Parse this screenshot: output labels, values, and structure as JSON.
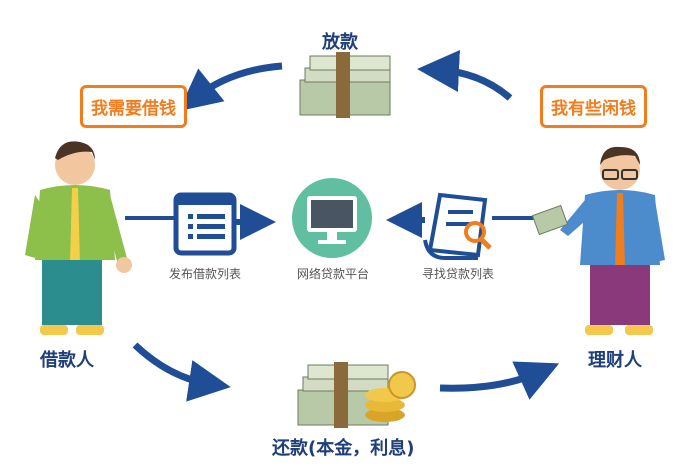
{
  "top_label": "放款",
  "borrower": {
    "speech": "我需要借钱",
    "name": "借款人"
  },
  "lender": {
    "speech": "我有些闲钱",
    "name": "理财人"
  },
  "steps": [
    {
      "label": "发布借款列表"
    },
    {
      "label": "网络贷款平台"
    },
    {
      "label": "寻找贷款列表"
    }
  ],
  "bottom_label": "还款(本金，利息)",
  "colors": {
    "arrow": "#1f4e96",
    "accent": "#f07d1e",
    "platform": "#5fbfa0",
    "title": "#1f3f7a"
  }
}
